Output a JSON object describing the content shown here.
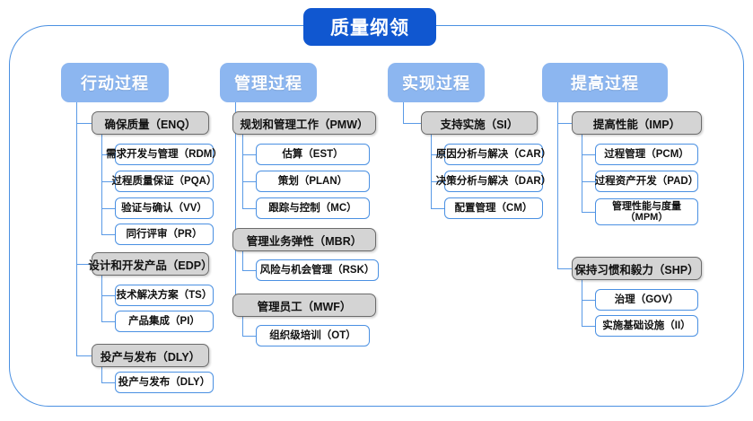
{
  "diagram": {
    "title": "质量纲领",
    "type": "org-hierarchy",
    "columns": [
      {
        "header": "行动过程",
        "groups": [
          {
            "label": "确保质量（ENQ）",
            "items": [
              "需求开发与管理（RDM）",
              "过程质量保证（PQA）",
              "验证与确认（VV）",
              "同行评审（PR）"
            ]
          },
          {
            "label": "设计和开发产品（EDP）",
            "items": [
              "技术解决方案（TS）",
              "产品集成（PI）"
            ]
          },
          {
            "label": "投产与发布（DLY）",
            "items": [
              "投产与发布（DLY）"
            ]
          }
        ]
      },
      {
        "header": "管理过程",
        "groups": [
          {
            "label": "规划和管理工作（PMW）",
            "items": [
              "估算（EST）",
              "策划（PLAN）",
              "跟踪与控制（MC）"
            ]
          },
          {
            "label": "管理业务弹性（MBR）",
            "items": [
              "风险与机会管理（RSK）"
            ]
          },
          {
            "label": "管理员工（MWF）",
            "items": [
              "组织级培训（OT）"
            ]
          }
        ]
      },
      {
        "header": "实现过程",
        "groups": [
          {
            "label": "支持实施（SI）",
            "items": [
              "原因分析与解决（CAR）",
              "决策分析与解决（DAR）",
              "配置管理（CM）"
            ]
          }
        ]
      },
      {
        "header": "提高过程",
        "groups": [
          {
            "label": "提高性能（IMP）",
            "items": [
              "过程管理（PCM）",
              "过程资产开发（PAD）",
              "管理性能与度量\n（MPM）"
            ]
          },
          {
            "label": "保持习惯和毅力（SHP）",
            "items": [
              "治理（GOV）",
              "实施基础设施（II）"
            ]
          }
        ]
      }
    ]
  },
  "colors": {
    "title_bg": "#1057d0",
    "header_bg": "#8cb6f0",
    "group_bg": "#d4d4d4",
    "group_border": "#6b6b6b",
    "leaf_border": "#4a90e2",
    "connector": "#5a9ae6",
    "frame_border": "#4a90e2",
    "text": "#111111",
    "header_text": "#ffffff"
  }
}
